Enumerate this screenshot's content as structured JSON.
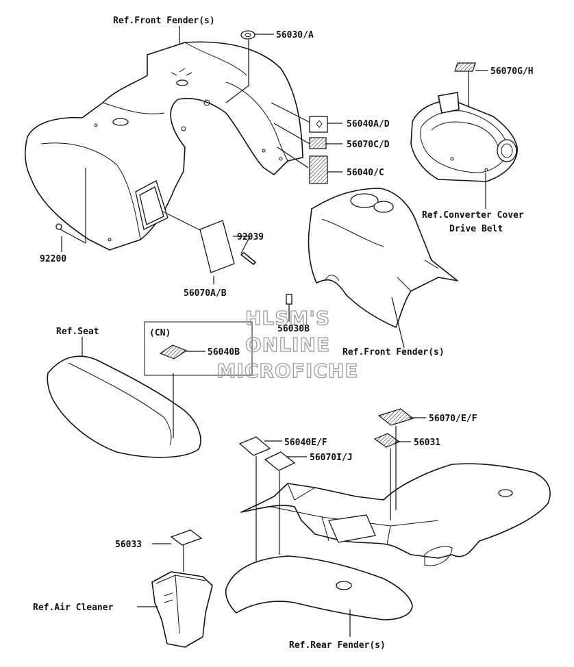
{
  "labels": {
    "ref_front_fender_top": "Ref.Front Fender(s)",
    "p56030a": "56030/A",
    "p56070gh": "56070G/H",
    "p56040ad": "56040A/D",
    "p56070cd": "56070C/D",
    "p56040c": "56040/C",
    "ref_converter_cover": "Ref.Converter Cover",
    "drive_belt": "Drive Belt",
    "p92039": "92039",
    "p92200": "92200",
    "p56070ab": "56070A/B",
    "ref_seat": "Ref.Seat",
    "cn": "(CN)",
    "p56040b": "56040B",
    "p56030b": "56030B",
    "ref_front_fender_mid": "Ref.Front Fender(s)",
    "p56070ef": "56070/E/F",
    "p56040ef": "56040E/F",
    "p56031": "56031",
    "p56070ij": "56070I/J",
    "p56033": "56033",
    "ref_air_cleaner": "Ref.Air Cleaner",
    "ref_rear_fender": "Ref.Rear Fender(s)"
  },
  "watermark": {
    "line1": "HLSM'S",
    "line2": "ONLINE",
    "line3": "MICROFICHE"
  }
}
